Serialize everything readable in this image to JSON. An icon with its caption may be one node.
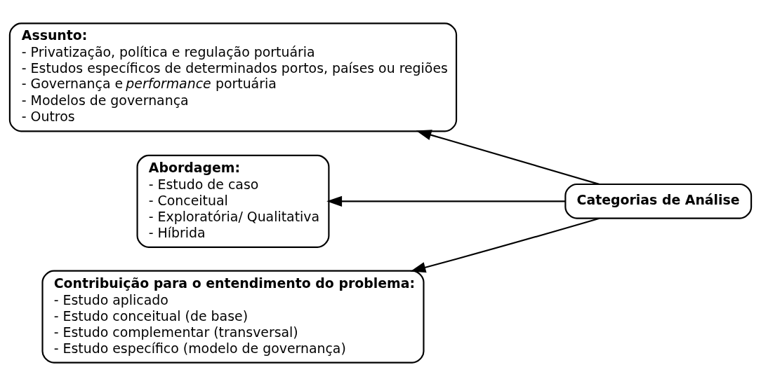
{
  "diagram": {
    "nodes": [
      {
        "text": [
          "Assunto:",
          "- Privatização, política e regulação portuária",
          "- Estudos específicos de determinados portos, países ou regiões",
          "- Governança e *performance* portuária",
          "- Modelos de governança",
          "- Outros"
        ]
      },
      {
        "text": [
          "Abordagem:",
          "- Estudo de caso",
          "- Conceitual",
          "- Exploratória/ Qualitativa",
          "- Híbrida"
        ]
      },
      {
        "text": [
          "Contribuição para o entendimento do problema:",
          "- Estudo aplicado",
          "- Estudo conceitual (de base)",
          "- Estudo complementar (transversal)",
          "- Estudo específico (modelo de governança)"
        ]
      },
      {
        "text": [
          "Categorias de Análise"
        ]
      }
    ],
    "edges": [
      {
        "from": 3,
        "to": 0,
        "arrow": "to"
      },
      {
        "from": 3,
        "to": 1,
        "arrow": "to"
      },
      {
        "from": 3,
        "to": 2,
        "arrow": "to"
      }
    ]
  }
}
